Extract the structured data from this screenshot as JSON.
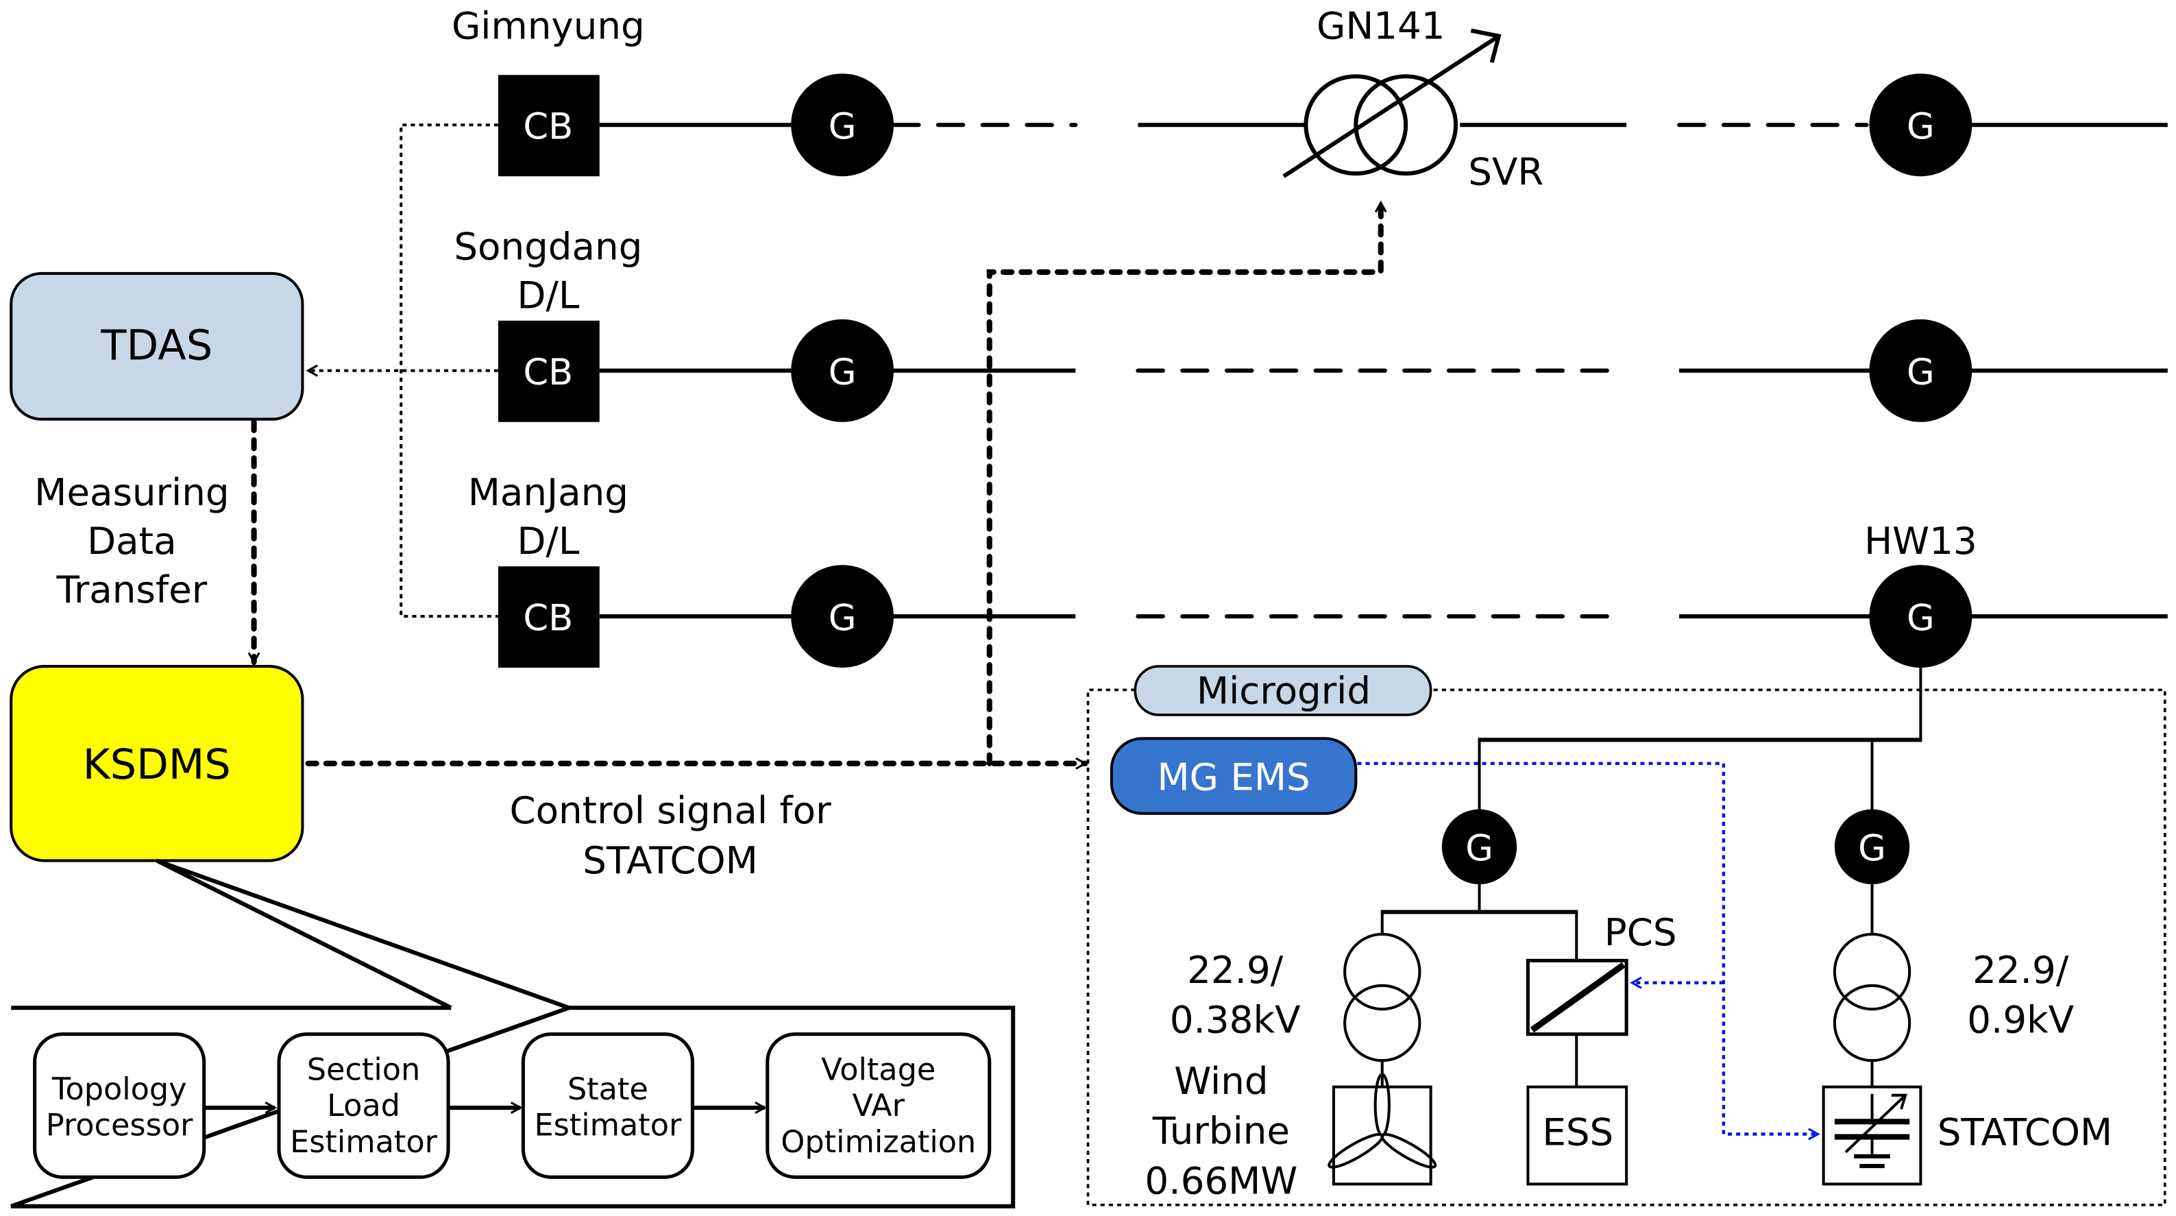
{
  "colors": {
    "tdas_fill": "#c8d7e6",
    "ksdms_fill": "#ffff00",
    "microgrid_fill": "#c8d7e6",
    "mg_ems_fill": "#3575ce",
    "blue_signal": "#0a14e6"
  },
  "feeders": [
    {
      "name": "Gimnyung",
      "name_line2": ""
    },
    {
      "name": "Songdang",
      "name_line2": "D/L"
    },
    {
      "name": "ManJang",
      "name_line2": "D/L"
    }
  ],
  "symbols": {
    "cb": "CB",
    "g": "G"
  },
  "svr": {
    "name": "GN141",
    "label": "SVR"
  },
  "hw13": {
    "label": "HW13"
  },
  "tdas": {
    "label": "TDAS"
  },
  "ksdms": {
    "label": "KSDMS"
  },
  "measuring": {
    "lines": [
      "Measuring",
      "Data",
      "Transfer"
    ]
  },
  "control_signal": {
    "lines": [
      "Control signal for",
      "STATCOM"
    ]
  },
  "process": {
    "steps": [
      {
        "lines": [
          "Topology",
          "Processor"
        ]
      },
      {
        "lines": [
          "Section",
          "Load",
          "Estimator"
        ]
      },
      {
        "lines": [
          "State",
          "Estimator"
        ]
      },
      {
        "lines": [
          "Voltage",
          "VAr",
          "Optimization"
        ]
      }
    ]
  },
  "microgrid": {
    "title": "Microgrid",
    "ems": "MG EMS",
    "wind_tx": {
      "lines": [
        "22.9/",
        "0.38kV"
      ]
    },
    "wind": {
      "lines": [
        "Wind",
        "Turbine",
        "0.66MW"
      ]
    },
    "pcs": "PCS",
    "ess": "ESS",
    "statcom_tx": {
      "lines": [
        "22.9/",
        "0.9kV"
      ]
    },
    "statcom": "STATCOM"
  }
}
